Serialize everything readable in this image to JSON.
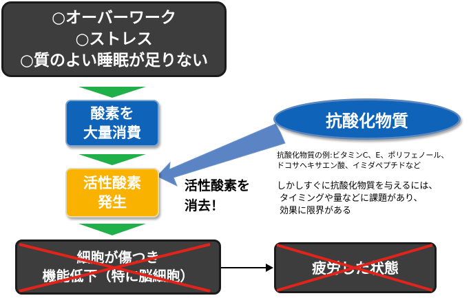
{
  "causes": [
    "○オーバーワーク",
    "○ストレス",
    "○質のよい睡眠が足りない"
  ],
  "consume_box": [
    "酸素を",
    "大量消費"
  ],
  "active_oxygen_box": [
    "活性酸素",
    "発生"
  ],
  "antioxidant": {
    "label": "抗酸化物質",
    "examples": [
      "抗酸化物質の例:ビタミンC、E、ポリフェノール、",
      "ドコサヘキサエン酸、イミダペプチドなど"
    ],
    "note": [
      "しかしすぐに抗酸化物質を与えるには、",
      "タイミングや量などに課題があり、",
      "効果に限界がある"
    ]
  },
  "eliminate_label": [
    "活性酸素を",
    "消去！"
  ],
  "damage_box": [
    "細胞が傷つき",
    "機能低下（特に脳細胞）"
  ],
  "fatigue_box": "疲労した状態",
  "colors": {
    "dark_box": "#3d3d3d",
    "blue": "#0f63b8",
    "orange": "#f9b200",
    "green_arrow": "#20b04a",
    "cross": "#e0241b"
  }
}
